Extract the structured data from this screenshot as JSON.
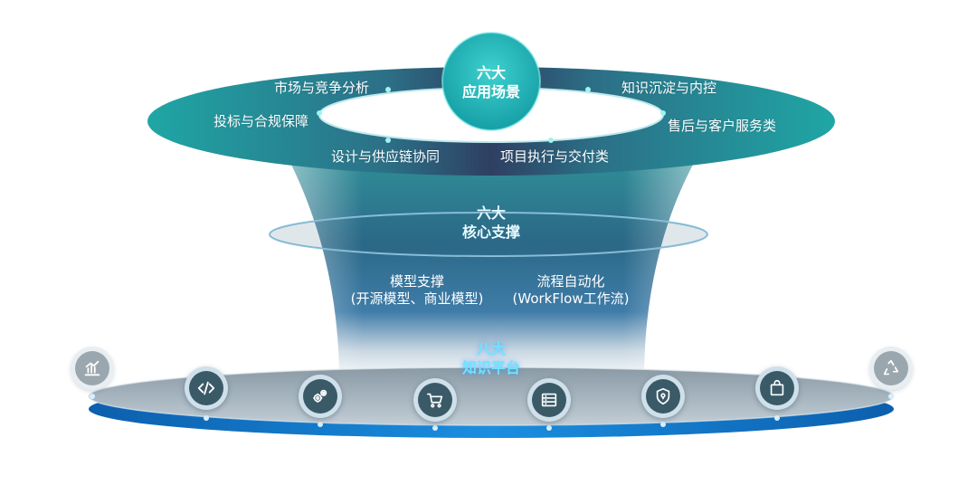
{
  "top_ring": {
    "title_line1": "六大",
    "title_line2": "应用场景",
    "scenarios": [
      "市场与竞争分析",
      "投标与合规保障",
      "设计与供应链协同",
      "知识沉淀与内控",
      "售后与客户服务类",
      "项目执行与交付类"
    ]
  },
  "core": {
    "title_line1": "六大",
    "title_line2": "核心支撑",
    "partial_label": "）",
    "items": [
      {
        "line1": "模型支撑",
        "line2": "(开源模型、商业模型)"
      },
      {
        "line1": "流程自动化",
        "line2": "(WorkFlow工作流)"
      }
    ]
  },
  "platform": {
    "title_line1": "八大",
    "title_line2": "知识平台",
    "icons": [
      "chart-icon",
      "code-icon",
      "gears-icon",
      "cart-icon",
      "database-icon",
      "shield-icon",
      "bag-icon",
      "recycle-icon"
    ]
  },
  "colors": {
    "teal_ring": "#1f9ea3",
    "ring_dark": "#2b4d6a",
    "platform_blue": "#1273c6",
    "accent_cyan": "#6fe3ff"
  }
}
